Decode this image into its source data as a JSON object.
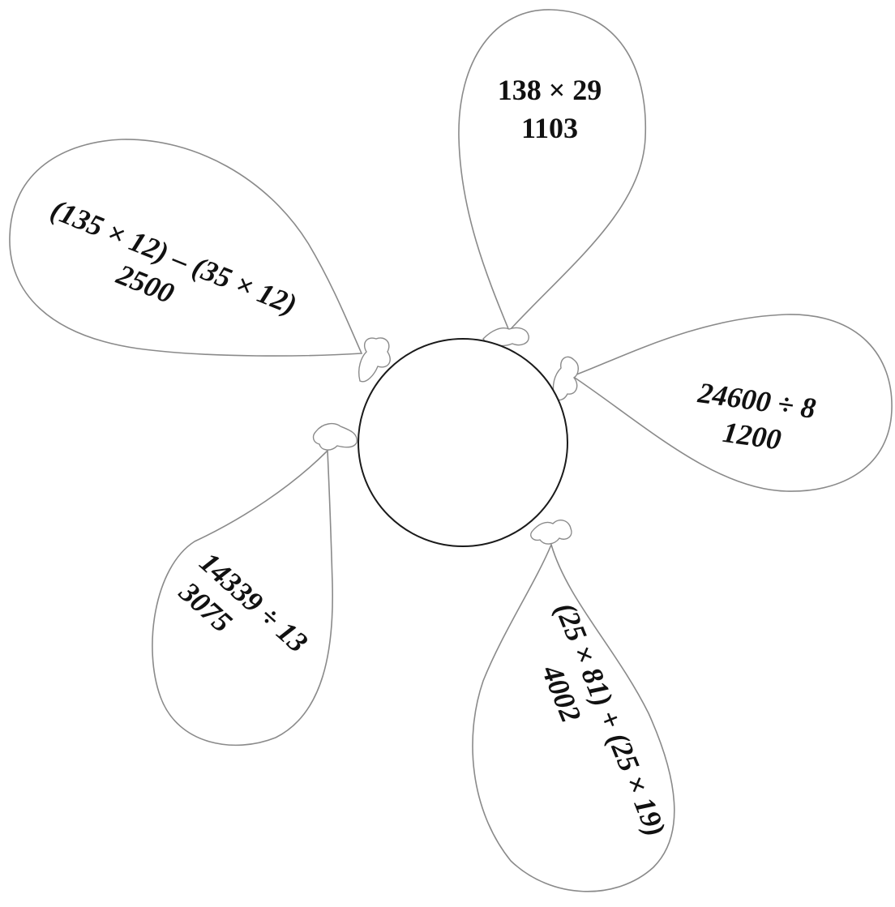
{
  "balloons": [
    {
      "id": "top",
      "expression": "138 × 29",
      "answer": "1103"
    },
    {
      "id": "upper-left",
      "expression": "(135 × 12) – (35 × 12)",
      "answer": "2500"
    },
    {
      "id": "right",
      "expression": "24600 ÷  8",
      "answer": "1200"
    },
    {
      "id": "lower-left",
      "expression": "14339 ÷  13",
      "answer": "3075"
    },
    {
      "id": "bottom-right",
      "expression": "(25 × 81) + (25 × 19)",
      "answer": "4002"
    }
  ],
  "colors": {
    "balloon_outline": "#8a8a8a",
    "circle_outline": "#1a1a1a",
    "text": "#111111"
  }
}
